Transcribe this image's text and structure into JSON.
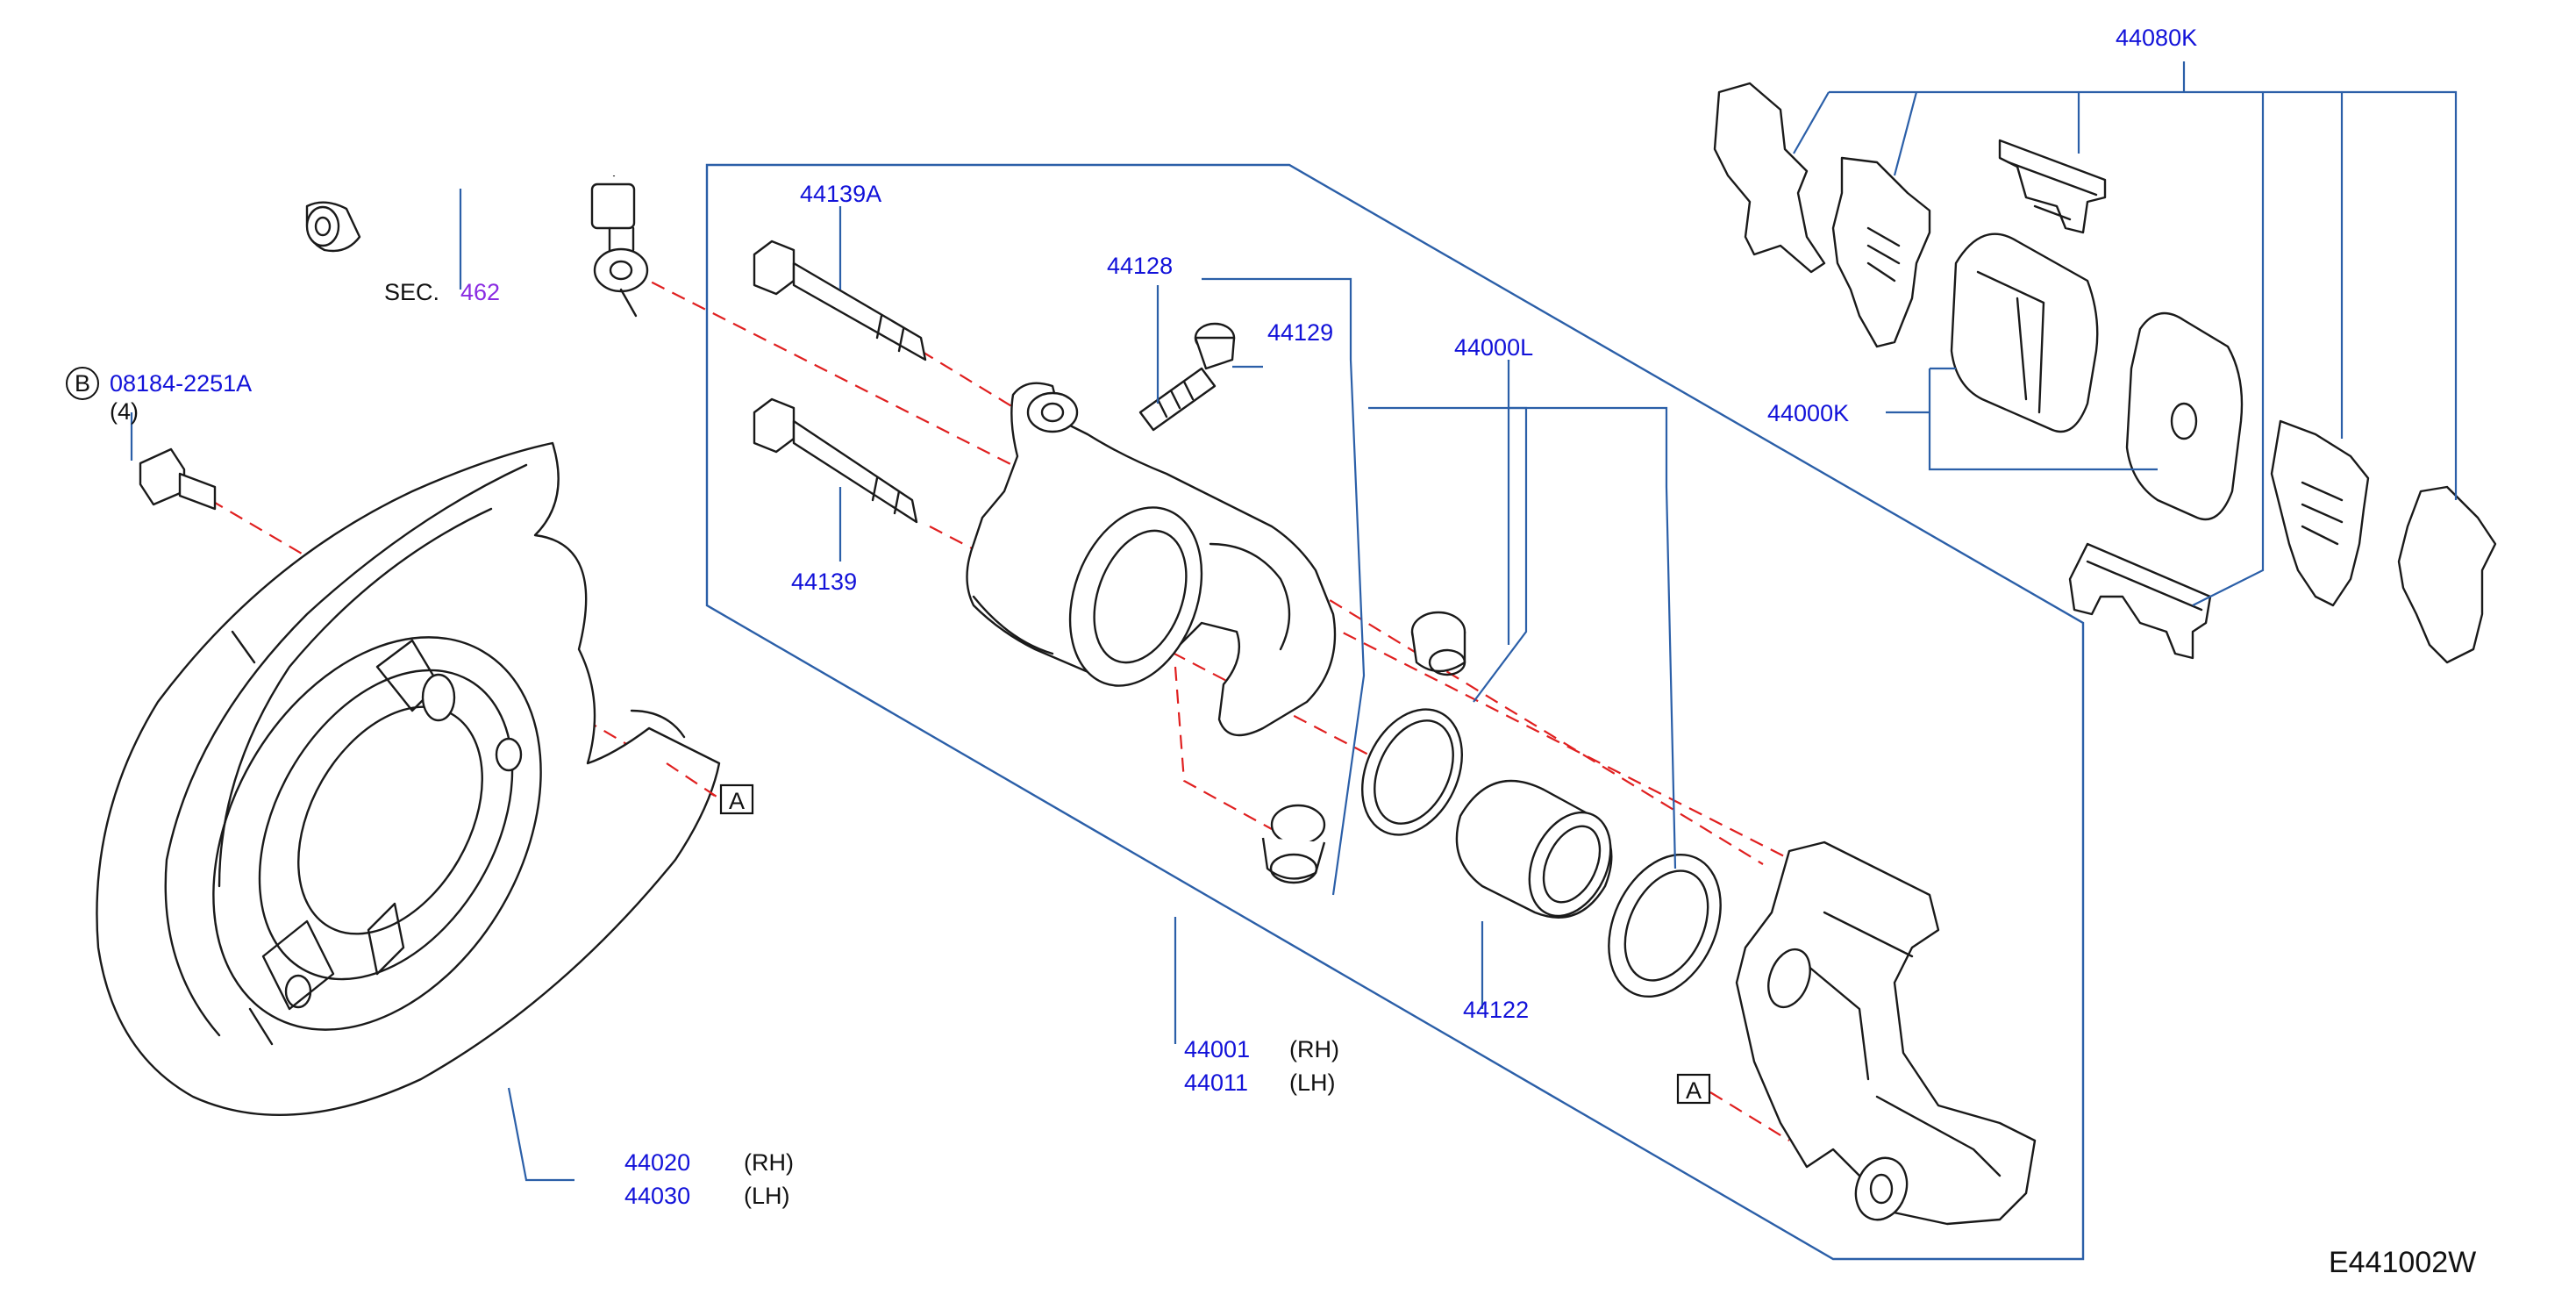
{
  "diagram": {
    "code": "E441002W",
    "sec": {
      "prefix": "SEC.",
      "number": "462"
    },
    "bolt": {
      "circle_letter": "B",
      "part": "08184-2251A",
      "qty": "(4)"
    },
    "callouts": {
      "p44139A": "44139A",
      "p44139": "44139",
      "p44128": "44128",
      "p44129": "44129",
      "p44000L": "44000L",
      "p44080K": "44080K",
      "p44000K": "44000K",
      "p44122": "44122",
      "p44001": "44001",
      "p44011": "44011",
      "p44020": "44020",
      "p44030": "44030"
    },
    "sides": {
      "rh": "(RH)",
      "lh": "(LH)"
    },
    "ref": {
      "a": "A"
    }
  }
}
